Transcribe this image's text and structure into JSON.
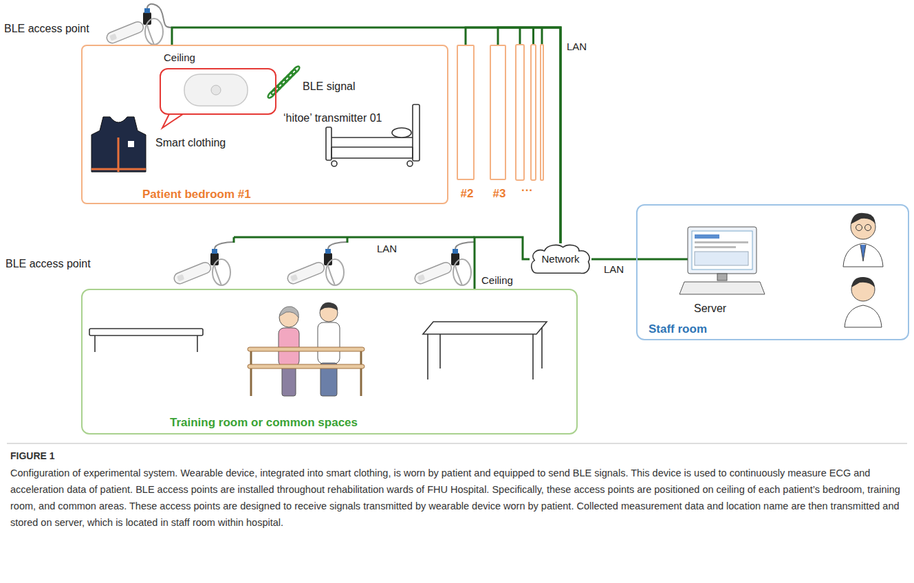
{
  "diagram": {
    "title": "FIGURE 1",
    "caption": "Configuration of experimental system. Wearable device, integrated into smart clothing, is worn by patient and equipped to send BLE signals. This device is used to continuously measure ECG and acceleration data of patient. BLE access points are installed throughout rehabilitation wards of FHU Hospital. Specifically, these access points are positioned on ceiling of each patient’s bedroom, training room, and common areas. These access points are designed to receive signals transmitted by wearable device worn by patient. Collected measurement data and location name are then transmitted and stored on server, which is located in staff room within hospital.",
    "nodes": [
      {
        "text": [
          "Patient bedroom #1"
        ]
      },
      {
        "text": [
          "‘hitoe’ transmitter 01"
        ],
        "in": 0
      },
      {
        "text": [
          "#2"
        ]
      },
      {
        "text": [
          "#3"
        ]
      },
      {
        "text": [
          "Network"
        ]
      },
      {
        "text": [
          "Server",
          "Staff room"
        ]
      },
      {
        "text": [
          "Training room or common spaces"
        ]
      }
    ],
    "edges": [
      {
        "from": 0,
        "to": 4,
        "arrow": "none"
      },
      {
        "from": 2,
        "to": 4,
        "arrow": "none"
      },
      {
        "from": 3,
        "to": 4,
        "arrow": "none"
      },
      {
        "from": 6,
        "to": 4,
        "arrow": "none"
      },
      {
        "from": 4,
        "to": 5,
        "arrow": "none",
        "label": "LAN"
      }
    ],
    "labels": [
      "BLE access point",
      "Ceiling",
      "BLE signal",
      "Smart clothing",
      "···",
      "LAN",
      "BLE access point",
      "LAN",
      "Ceiling"
    ]
  }
}
